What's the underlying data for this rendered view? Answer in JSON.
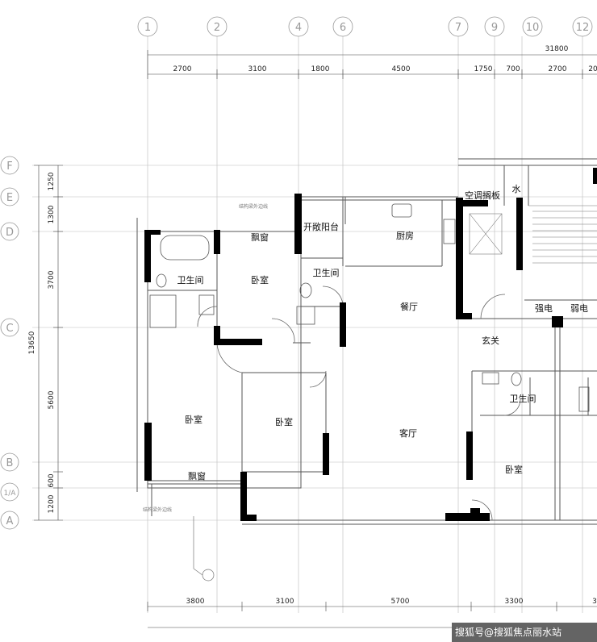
{
  "grid_columns": [
    "1",
    "2",
    "4",
    "6",
    "7",
    "9",
    "10",
    "12"
  ],
  "grid_rows": [
    "F",
    "E",
    "D",
    "C",
    "B",
    "1/A",
    "A"
  ],
  "total_dimension": "31800",
  "top_dimensions": [
    "2700",
    "3100",
    "1800",
    "4500",
    "1750",
    "700",
    "2700",
    "20"
  ],
  "bottom_dimensions": [
    "3800",
    "3100",
    "5700",
    "3300",
    "3"
  ],
  "left_total": "13650",
  "left_dimensions": [
    "1250",
    "1300",
    "3700",
    "5600",
    "600",
    "1200"
  ],
  "rooms": {
    "balcony": "开敞阳台",
    "ac_shelf": "空调搁板",
    "water": "水",
    "kitchen": "厨房",
    "bay_window_top": "飘窗",
    "bath_left": "卫生间",
    "bedroom_top": "卧室",
    "bath_mid": "卫生间",
    "dining": "餐厅",
    "strong_elec": "强电",
    "weak_elec": "弱电",
    "foyer": "玄关",
    "bath_right": "卫生间",
    "bedroom_left": "卧室",
    "bedroom_mid": "卧室",
    "living": "客厅",
    "bedroom_right": "卧室",
    "bay_window_bottom": "飘窗"
  },
  "notes": {
    "structure_line_top": "结构梁外边线",
    "structure_line_bottom": "结构梁外边线"
  },
  "watermark": "搜狐号@搜狐焦点丽水站"
}
